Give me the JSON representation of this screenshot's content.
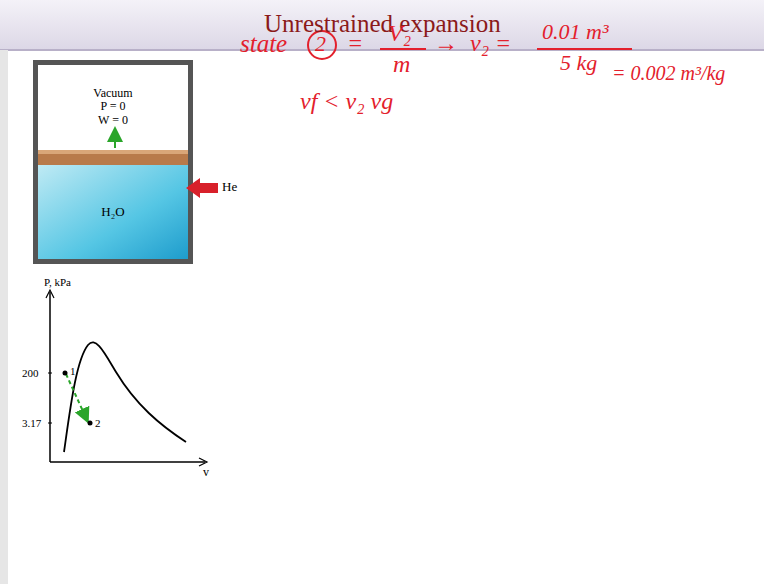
{
  "diagram": {
    "title": "Unrestrained expansion",
    "nodes": [
      {
        "text": [
          "Vacuum",
          "P = 0",
          "W = 0"
        ]
      },
      {
        "text": [
          "H₂O"
        ]
      }
    ],
    "labels": [
      "He",
      "P, kPa",
      "200",
      "3.17",
      "1",
      "2",
      "v",
      "state",
      "2",
      "=",
      "V₂",
      "m",
      "→",
      "v₂ =",
      "0.01 m³",
      "5 kg",
      "= 0.002 m³/kg",
      "vf < v₂  vg"
    ]
  }
}
